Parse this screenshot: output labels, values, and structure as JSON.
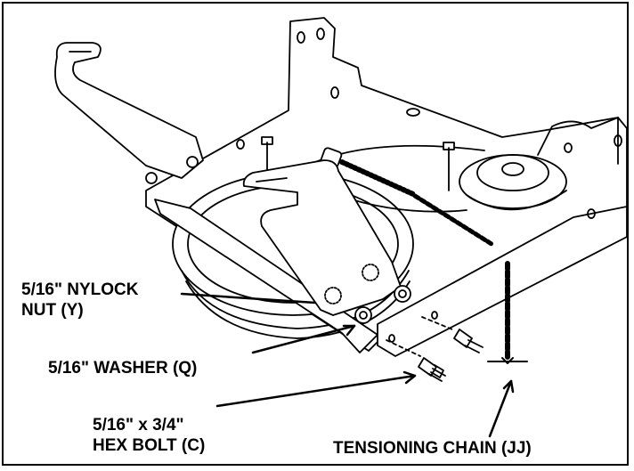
{
  "callouts": {
    "nylock_nut": {
      "line1": "5/16\" NYLOCK",
      "line2": "NUT (Y)"
    },
    "washer": {
      "text": "5/16\" WASHER (Q)"
    },
    "hex_bolt": {
      "line1": "5/16\" x 3/4\"",
      "line2": "HEX BOLT (C)"
    },
    "chain": {
      "text": "TENSIONING CHAIN (JJ)"
    }
  },
  "colors": {
    "ink": "#000000",
    "paper": "#ffffff"
  }
}
